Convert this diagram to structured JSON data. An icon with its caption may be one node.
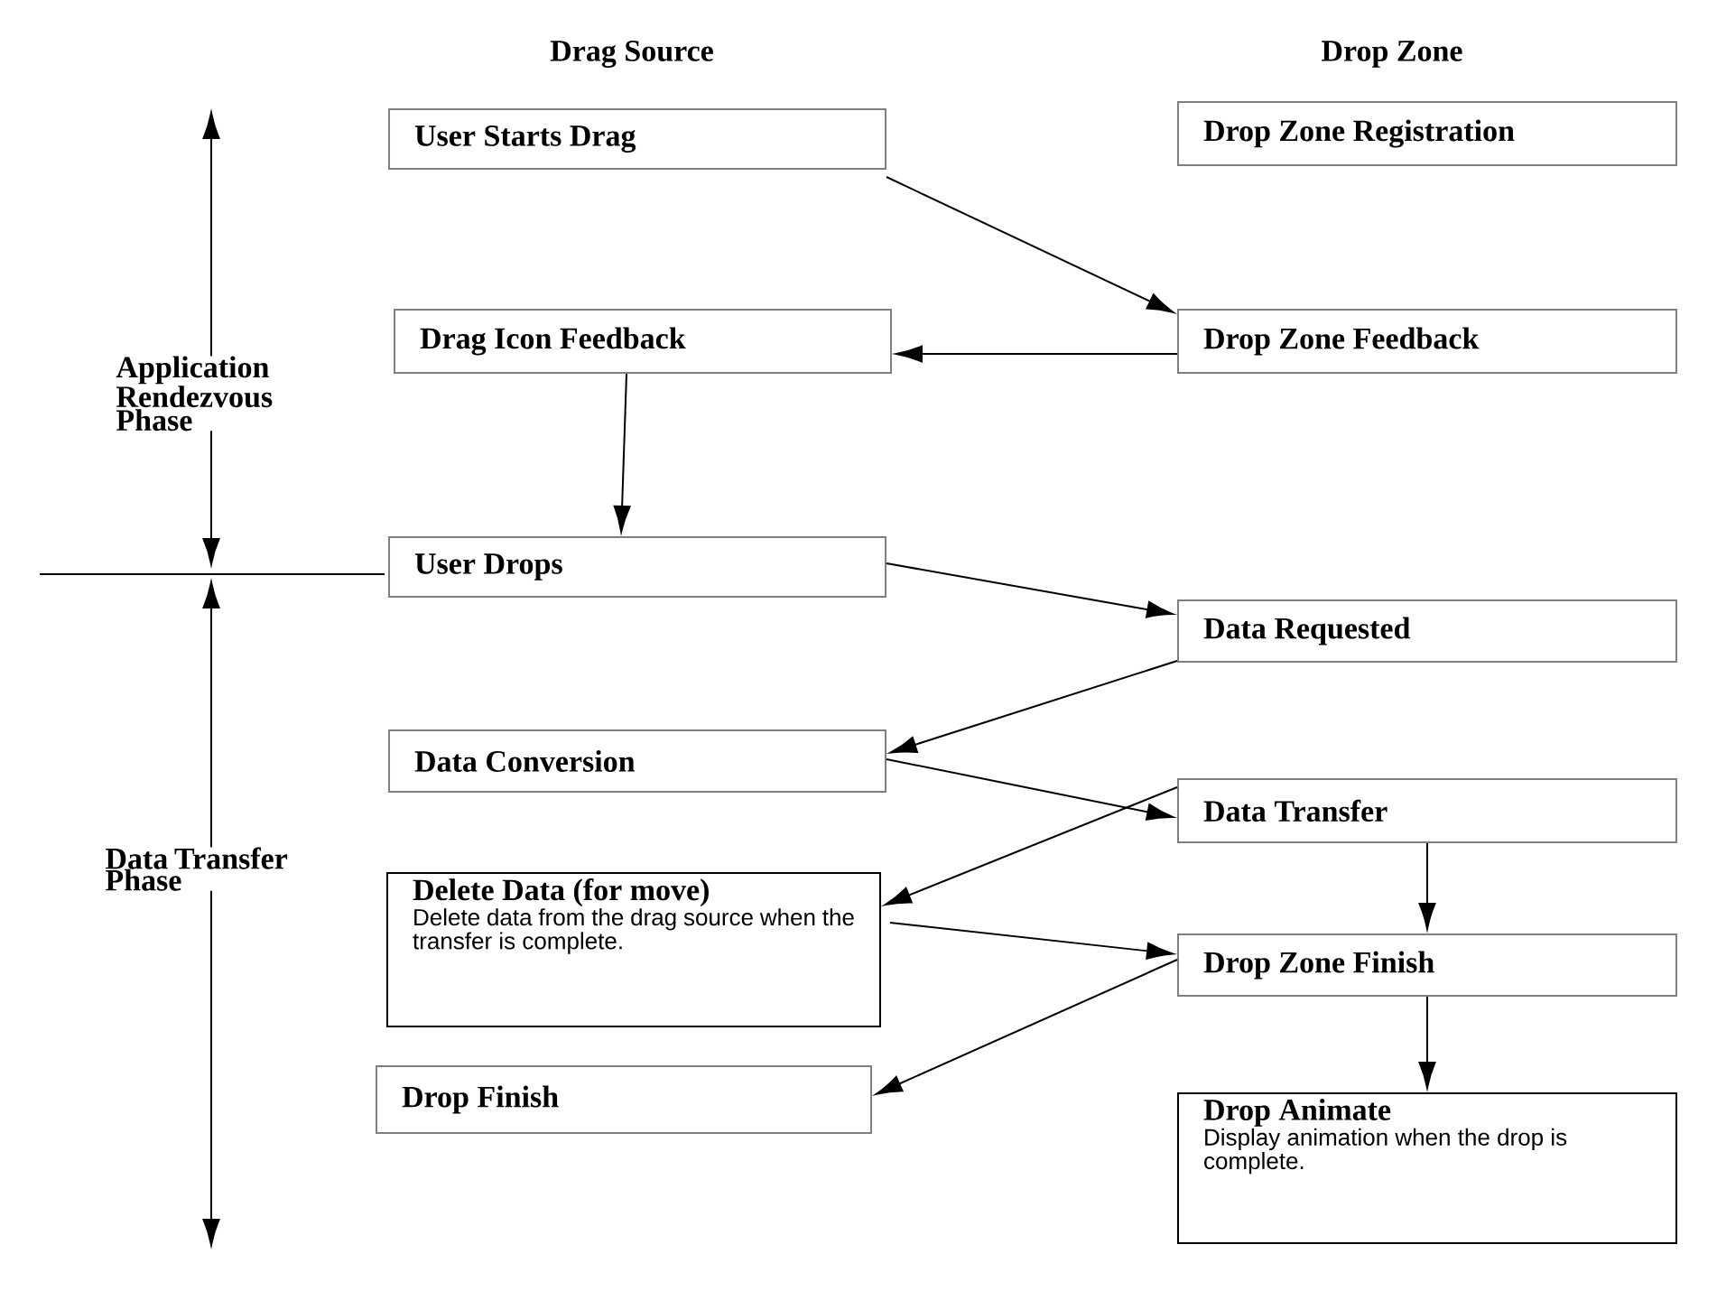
{
  "diagram": {
    "nodes": [
      {
        "text": [
          "User Starts Drag"
        ]
      },
      {
        "text": [
          "Drop Zone Registration"
        ]
      },
      {
        "text": [
          "Drag Icon Feedback"
        ]
      },
      {
        "text": [
          "Drop Zone Feedback"
        ]
      },
      {
        "text": [
          "User Drops"
        ]
      },
      {
        "text": [
          "Data Requested"
        ]
      },
      {
        "text": [
          "Data Conversion"
        ]
      },
      {
        "text": [
          "Data Transfer"
        ]
      },
      {
        "text": [
          "Delete Data (for move)",
          "Delete data from the drag source when the transfer is complete."
        ]
      },
      {
        "text": [
          "Drop Zone Finish"
        ]
      },
      {
        "text": [
          "Drop Finish"
        ]
      },
      {
        "text": [
          "Drop Animate",
          "Display animation when the drop is complete."
        ]
      }
    ],
    "edges": [
      {
        "from": 0,
        "to": 3,
        "arrow": "to"
      },
      {
        "from": 3,
        "to": 2,
        "arrow": "to"
      },
      {
        "from": 2,
        "to": 4,
        "arrow": "to"
      },
      {
        "from": 4,
        "to": 5,
        "arrow": "to"
      },
      {
        "from": 5,
        "to": 6,
        "arrow": "to"
      },
      {
        "from": 6,
        "to": 7,
        "arrow": "to"
      },
      {
        "from": 7,
        "to": 8,
        "arrow": "to"
      },
      {
        "from": 8,
        "to": 9,
        "arrow": "to"
      },
      {
        "from": 7,
        "to": 9,
        "arrow": "to"
      },
      {
        "from": 9,
        "to": 10,
        "arrow": "to"
      },
      {
        "from": 9,
        "to": 11,
        "arrow": "to"
      }
    ],
    "labels": [
      "Drag Source",
      "Drop Zone",
      "Application Rendezvous Phase",
      "Data Transfer Phase"
    ]
  }
}
